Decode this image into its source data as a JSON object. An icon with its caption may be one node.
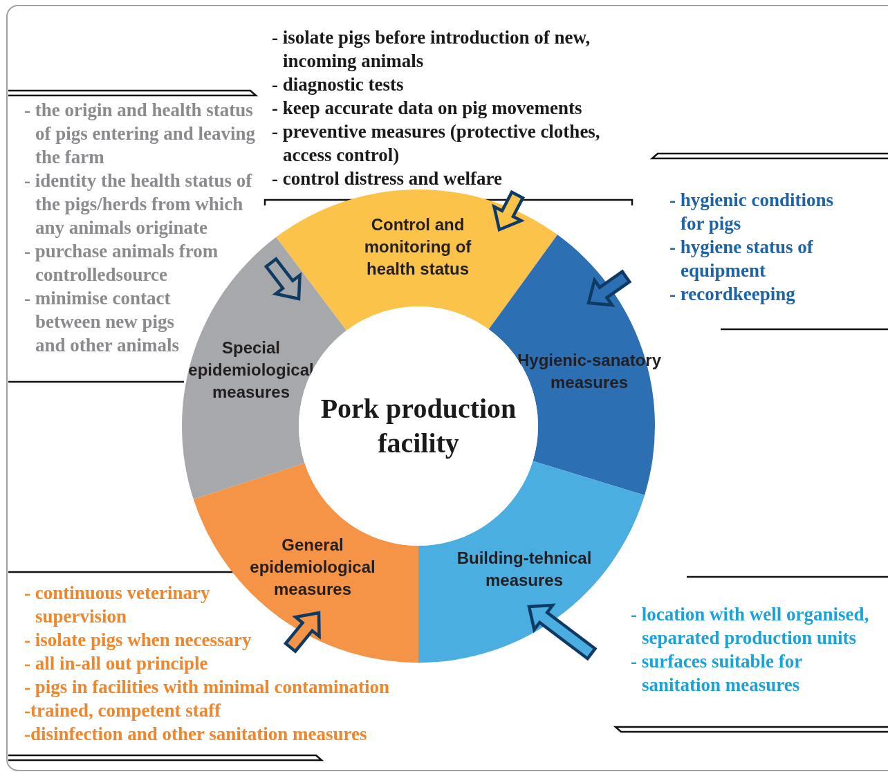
{
  "diagram": {
    "nodes": [
      {
        "text": [
          "Pork production facility"
        ]
      },
      {
        "text": [
          "Control and monitoring of health status"
        ]
      },
      {
        "text": [
          "Hygienic-sanatory measures"
        ]
      },
      {
        "text": [
          "Building-tehnical measures"
        ]
      },
      {
        "text": [
          "General epidemiological measures"
        ]
      },
      {
        "text": [
          "Special epidemiological measures"
        ]
      },
      {
        "text": [
          "- isolate pigs before introduction of new, incoming animals",
          "- diagnostic tests",
          "- keep accurate data on pig movements",
          "- preventive measures (protective clothes, access control)",
          "- control distress and welfare"
        ]
      },
      {
        "text": [
          "- hygienic conditions for pigs",
          "- hygiene status of equipment",
          "- recordkeeping"
        ]
      },
      {
        "text": [
          "- location with well organised, separated production units",
          "- surfaces suitable for sanitation measures"
        ]
      },
      {
        "text": [
          "- continuous veterinary supervision",
          "- isolate pigs when necessary",
          "- all in-all out principle",
          "- pigs in facilities with minimal contamination",
          "-trained, competent staff",
          "-disinfection and other sanitation measures"
        ]
      },
      {
        "text": [
          "- the origin and health status of pigs entering and leaving the farm",
          "- identity the health status of the pigs/herds from which any animals originate",
          "- purchase animals from controlledsource",
          "- minimise contact between new pigs and other animals"
        ]
      }
    ],
    "edges": [
      {
        "from": 6,
        "to": 1,
        "arrow": "to"
      },
      {
        "from": 7,
        "to": 2,
        "arrow": "to"
      },
      {
        "from": 8,
        "to": 3,
        "arrow": "to"
      },
      {
        "from": 9,
        "to": 4,
        "arrow": "to"
      },
      {
        "from": 10,
        "to": 5,
        "arrow": "to"
      }
    ]
  }
}
